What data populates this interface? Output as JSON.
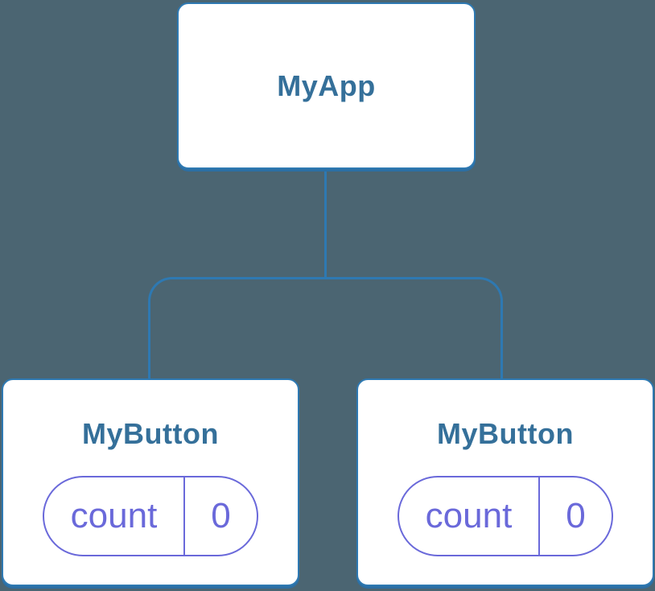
{
  "diagram": {
    "type": "component-tree",
    "colors": {
      "background": "#4b6572",
      "line": "#2e79b2",
      "line_dark": "#2c6fa4",
      "heading": "#35709a",
      "state": "#6a69da",
      "node_fill": "#ffffff"
    },
    "root": {
      "label": "MyApp"
    },
    "children": [
      {
        "label": "MyButton",
        "state": {
          "key": "count",
          "value": "0"
        }
      },
      {
        "label": "MyButton",
        "state": {
          "key": "count",
          "value": "0"
        }
      }
    ]
  }
}
